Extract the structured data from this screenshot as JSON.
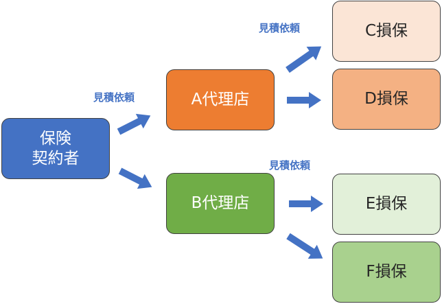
{
  "nodes": {
    "policyholder": {
      "label": "保険\n契約者",
      "fill": "#4472c4",
      "text_color": "#ffffff"
    },
    "agency_a": {
      "label": "A代理店",
      "fill": "#ed7d31",
      "text_color": "#ffffff"
    },
    "agency_b": {
      "label": "B代理店",
      "fill": "#70ad47",
      "text_color": "#ffffff"
    },
    "insurer_c": {
      "label": "C損保",
      "fill": "#fbe5d6",
      "text_color": "#262626"
    },
    "insurer_d": {
      "label": "D損保",
      "fill": "#f4b183",
      "text_color": "#262626"
    },
    "insurer_e": {
      "label": "E損保",
      "fill": "#e2f0d9",
      "text_color": "#262626"
    },
    "insurer_f": {
      "label": "F損保",
      "fill": "#a9d18e",
      "text_color": "#262626"
    }
  },
  "labels": {
    "request_a": "見積依頼",
    "request_cd": "見積依頼",
    "request_ef": "見積依頼"
  },
  "arrow_color": "#4472c4"
}
